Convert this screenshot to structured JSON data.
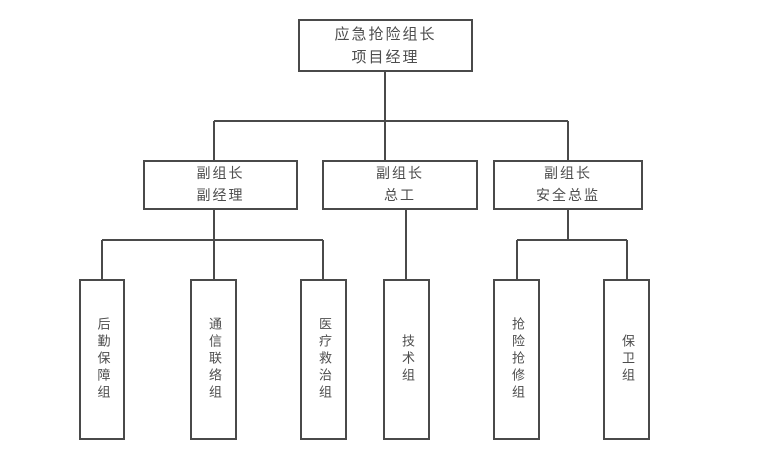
{
  "diagram": {
    "type": "org-chart",
    "root": {
      "line1": "应急抢险组长",
      "line2": "项目经理"
    },
    "deputies": [
      {
        "line1": "副组长",
        "line2": "副经理"
      },
      {
        "line1": "副组长",
        "line2": "总工"
      },
      {
        "line1": "副组长",
        "line2": "安全总监"
      }
    ],
    "groups": [
      {
        "label": "后勤保障组"
      },
      {
        "label": "通信联络组"
      },
      {
        "label": "医疗救治组"
      },
      {
        "label": "技术组"
      },
      {
        "label": "抢险抢修组"
      },
      {
        "label": "保卫组"
      }
    ],
    "colors": {
      "line": "#4a4a4a",
      "text": "#4d4d4d",
      "box_background": "#ffffff",
      "page_background": "#ffffff"
    }
  }
}
